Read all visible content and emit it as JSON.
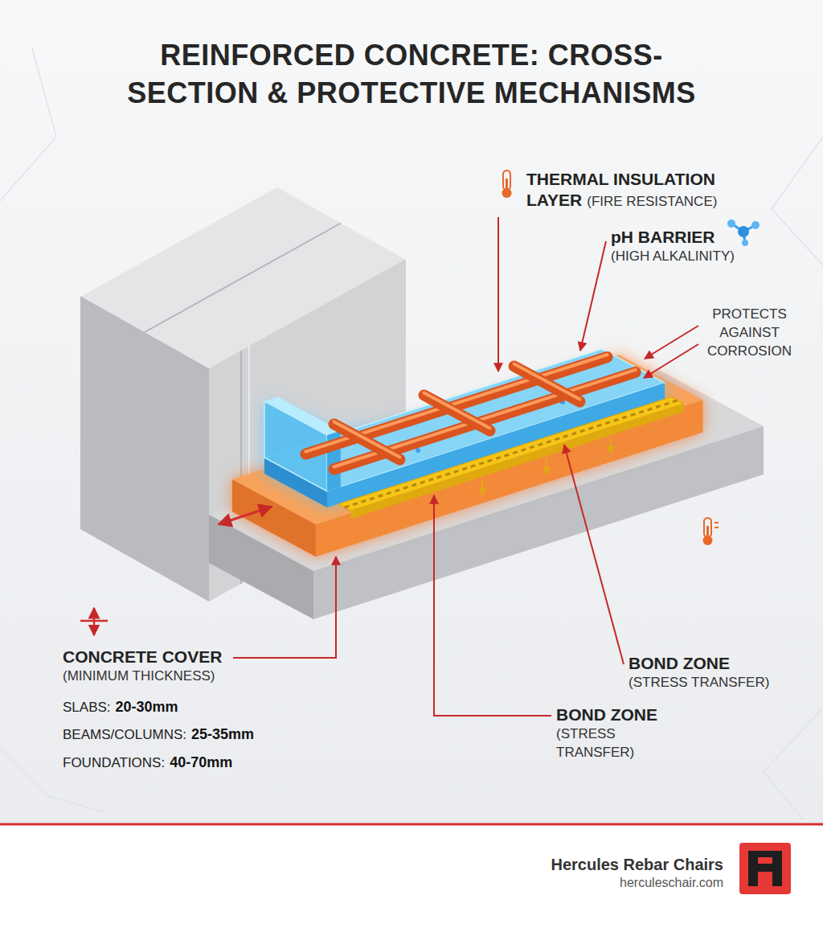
{
  "diagram": {
    "title": "REINFORCED CONCRETE: CROSS-SECTION & PROTECTIVE MECHANISMS",
    "labels": [
      "THERMAL INSULATION LAYER",
      "(FIRE RESISTANCE)",
      "pH BARRIER",
      "(HIGH ALKALINITY)",
      "PROTECTS AGAINST CORROSION",
      "BOND ZONE",
      "(STRESS TRANSFER)",
      "BOND ZONE",
      "(STRESS TRANSFER)",
      "CONCRETE COVER",
      "(MINIMUM THICKNESS)",
      "SLABS:",
      "20-30mm",
      "BEAMS/COLUMNS:",
      "25-35mm",
      "FOUNDATIONS:",
      "40-70mm",
      "Hercules Rebar Chairs",
      "herculeschair.com"
    ]
  }
}
